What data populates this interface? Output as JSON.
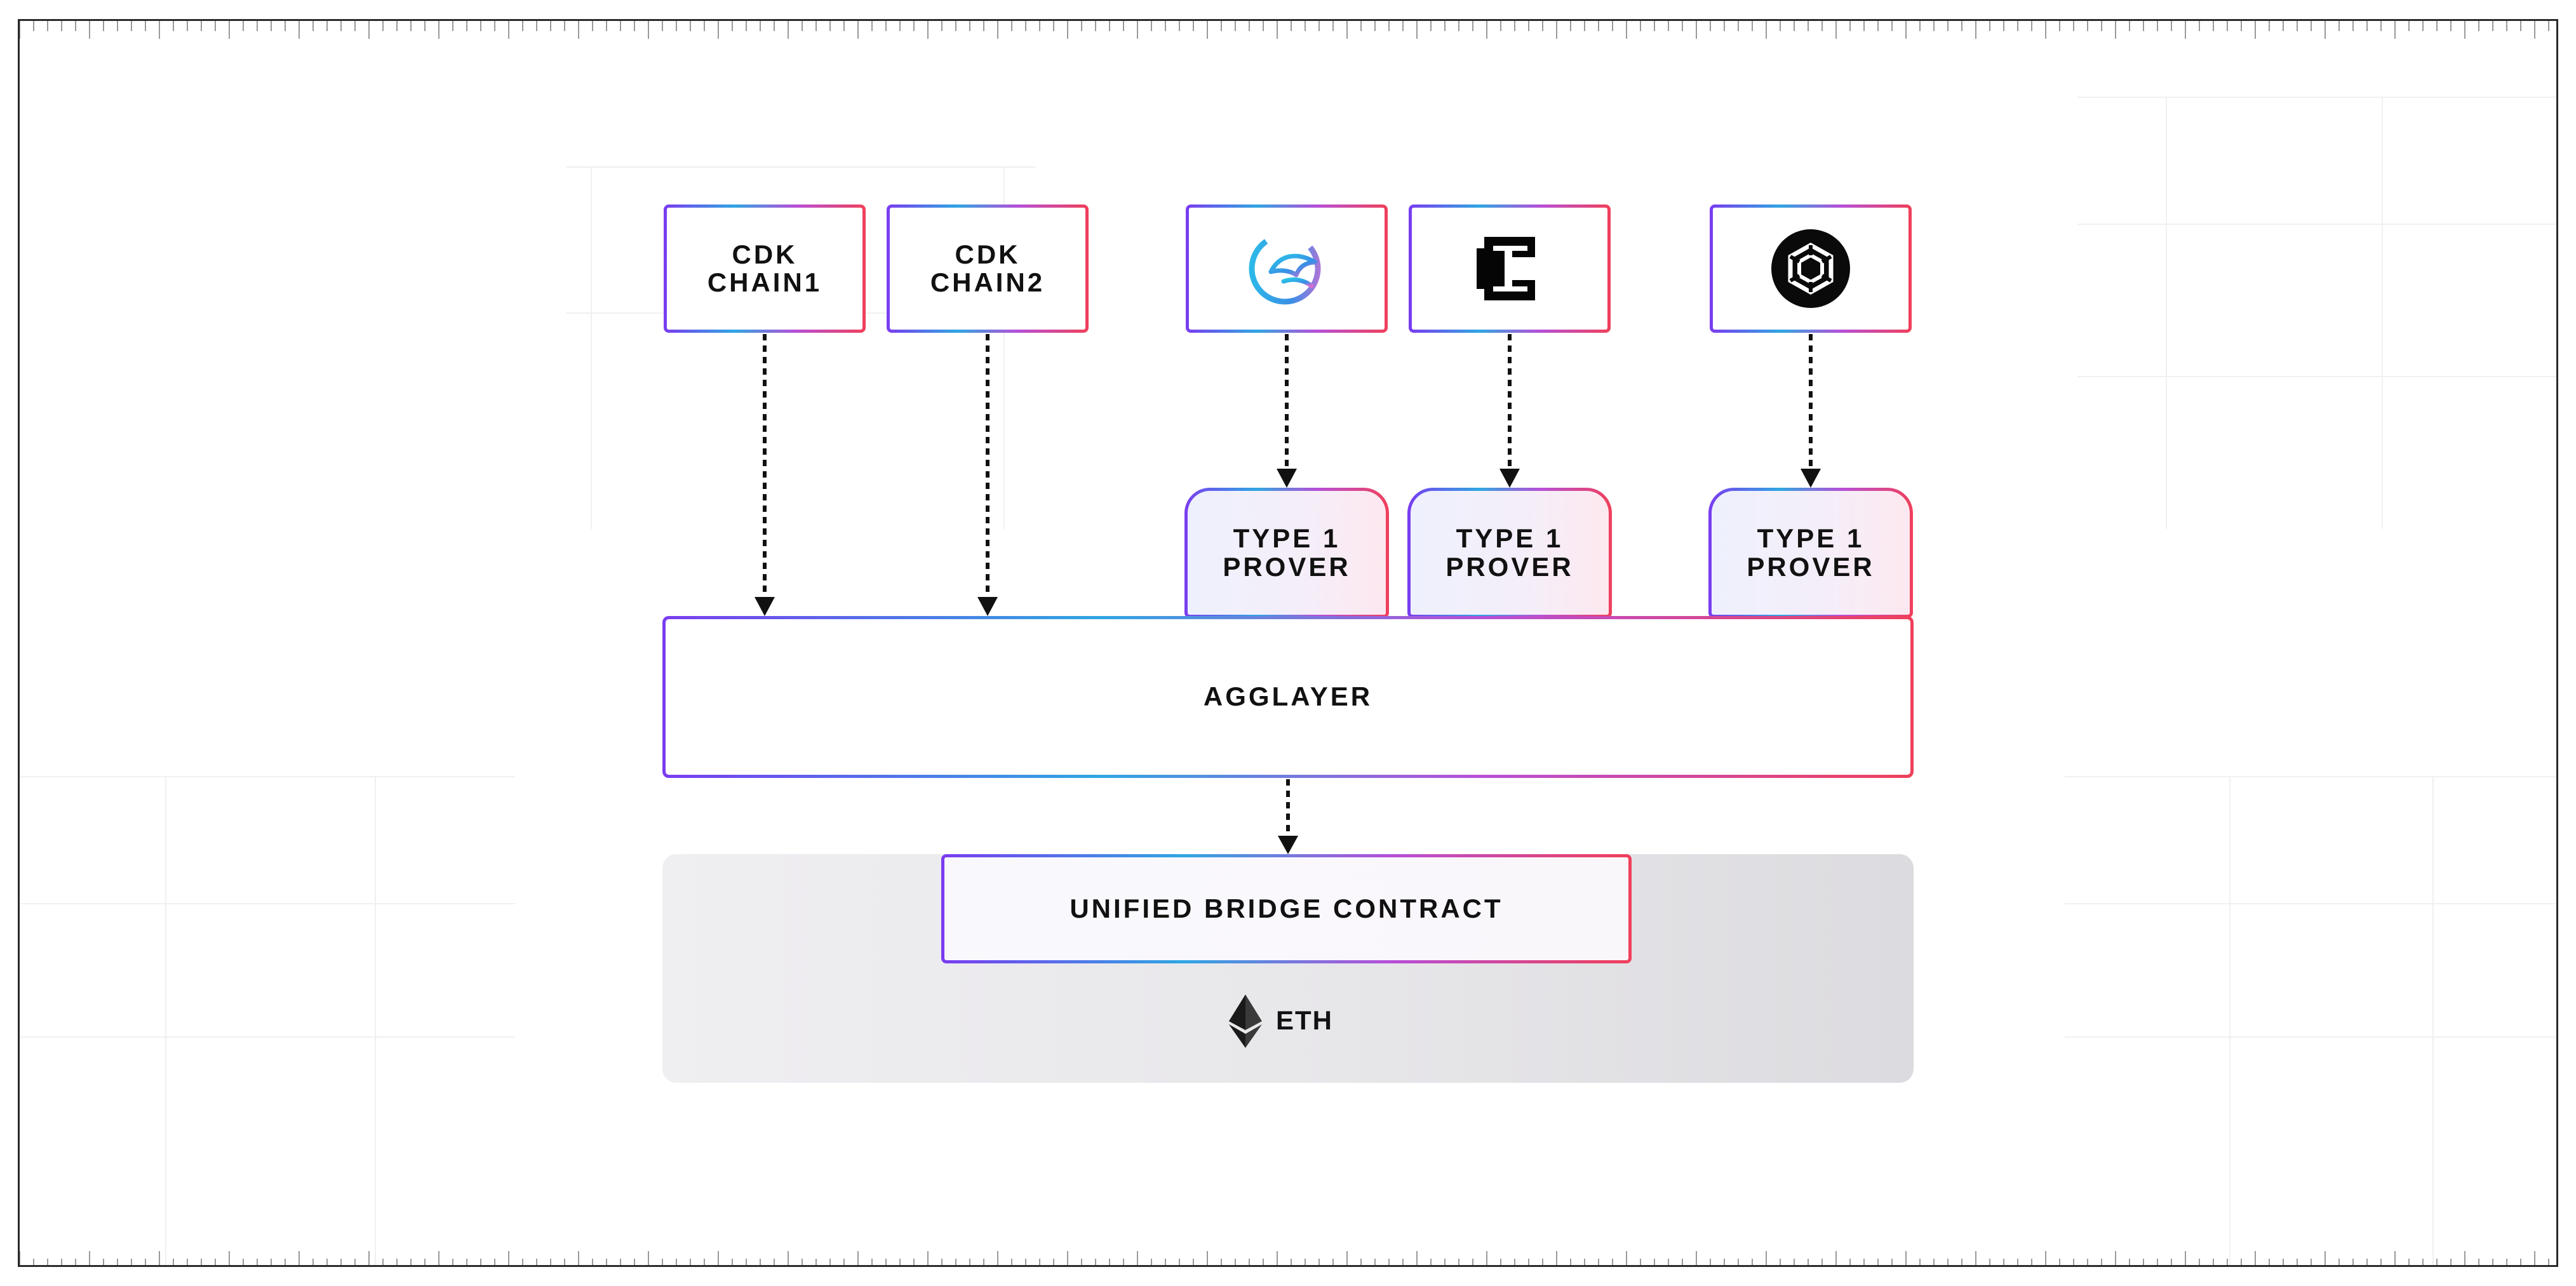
{
  "diagram": {
    "chains": {
      "cdk1": "CDK\nCHAIN1",
      "cdk2": "CDK\nCHAIN2"
    },
    "provers": {
      "p1": "TYPE 1\nPROVER",
      "p2": "TYPE 1\nPROVER",
      "p3": "TYPE 1\nPROVER"
    },
    "agglayer": "AGGLAYER",
    "bridge": "UNIFIED BRIDGE CONTRACT",
    "eth": "ETH",
    "icons": [
      "gradient-bird-logo-icon",
      "pixel-c-logo-icon",
      "hexagon-ring-logo-icon",
      "ethereum-diamond-icon"
    ],
    "colors": {
      "gradient": [
        "#7a3cf0",
        "#2fa6e2",
        "#b64fd8",
        "#f0405a"
      ],
      "text": "#111111",
      "eth_panel": "#e8e7ea"
    }
  }
}
